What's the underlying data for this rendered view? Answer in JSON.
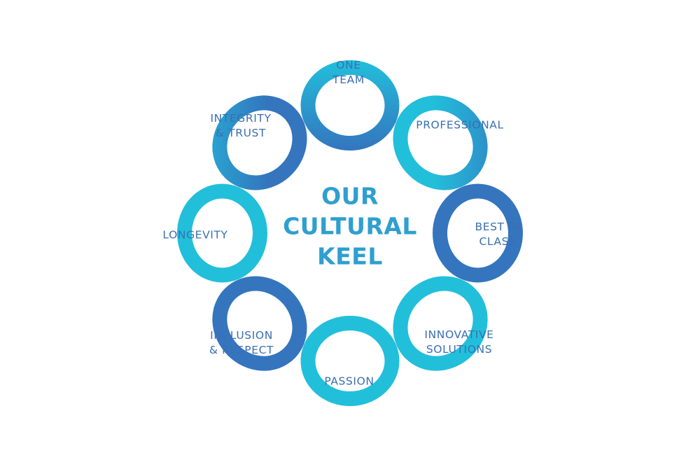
{
  "center": {
    "lines": [
      "OUR",
      "CULTURAL",
      "KEEL"
    ]
  },
  "petals": [
    {
      "id": "one-team",
      "lines": [
        "ONE",
        "TEAM"
      ]
    },
    {
      "id": "professional",
      "lines": [
        "PROFESSIONAL"
      ]
    },
    {
      "id": "best-in-class",
      "lines": [
        "BEST IN",
        "CLASS"
      ]
    },
    {
      "id": "innovative-solutions",
      "lines": [
        "INNOVATIVE",
        "SOLUTIONS"
      ]
    },
    {
      "id": "passion",
      "lines": [
        "PASSION"
      ]
    },
    {
      "id": "inclusion-respect",
      "lines": [
        "INCLUSION",
        "& RESPECT"
      ]
    },
    {
      "id": "longevity",
      "lines": [
        "LONGEVITY"
      ]
    },
    {
      "id": "integrity-trust",
      "lines": [
        "INTEGRITY",
        "& TRUST"
      ]
    }
  ],
  "colors": {
    "cyan": "#22bfdb",
    "blue": "#3475be",
    "label_text": "#3a6fb3",
    "title_text": "#2f9fd0"
  }
}
